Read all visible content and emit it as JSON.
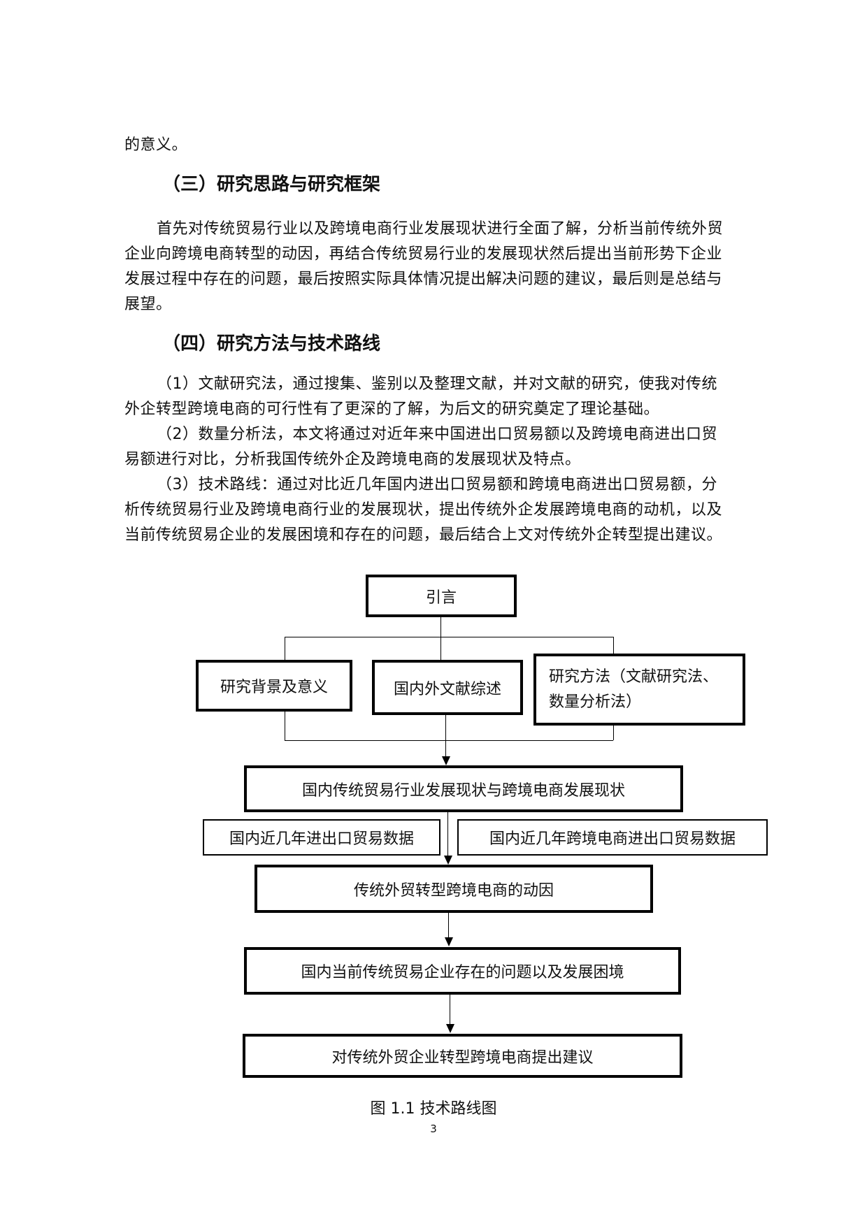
{
  "body": {
    "carry_over": "的意义。",
    "section3": {
      "heading": "（三）研究思路与研究框架",
      "lines": [
        "首先对传统贸易行业以及跨境电商行业发展现状进行全面了解，分析当前传统外贸",
        "企业向跨境电商转型的动因，再结合传统贸易行业的发展现状然后提出当前形势下企业",
        "发展过程中存在的问题，最后按照实际具体情况提出解决问题的建议，最后则是总结与",
        "展望。"
      ]
    },
    "section4": {
      "heading": "（四）研究方法与技术路线",
      "lines": [
        "（1）文献研究法，通过搜集、鉴别以及整理文献，并对文献的研究，使我对传统",
        "外企转型跨境电商的可行性有了更深的了解，为后文的研究奠定了理论基础。",
        "（2）数量分析法，本文将通过对近年来中国进出口贸易额以及跨境电商进出口贸",
        "易额进行对比，分析我国传统外企及跨境电商的发展现状及特点。",
        "（3）技术路线：通过对比近几年国内进出口贸易额和跨境电商进出口贸易额，分",
        "析传统贸易行业及跨境电商行业的发展现状，提出传统外企发展跨境电商的动机，以及",
        "当前传统贸易企业的发展困境和存在的问题，最后结合上文对传统外企转型提出建议。"
      ]
    }
  },
  "flowchart": {
    "intro": "引言",
    "branches": [
      "研究背景及意义",
      "国内外文献综述",
      "研究方法（文献研究法、数量分析法）"
    ],
    "status": "国内传统贸易行业发展现状与跨境电商发展现状",
    "data_left": "国内近几年进出口贸易数据",
    "data_right": "国内近几年跨境电商进出口贸易数据",
    "motive": "传统外贸转型跨境电商的动因",
    "problems": "国内当前传统贸易企业存在的问题以及发展困境",
    "suggestions": "对传统外贸企业转型跨境电商提出建议"
  },
  "figure": {
    "caption": "图 1.1  技术路线图"
  },
  "page": {
    "number": "3"
  }
}
